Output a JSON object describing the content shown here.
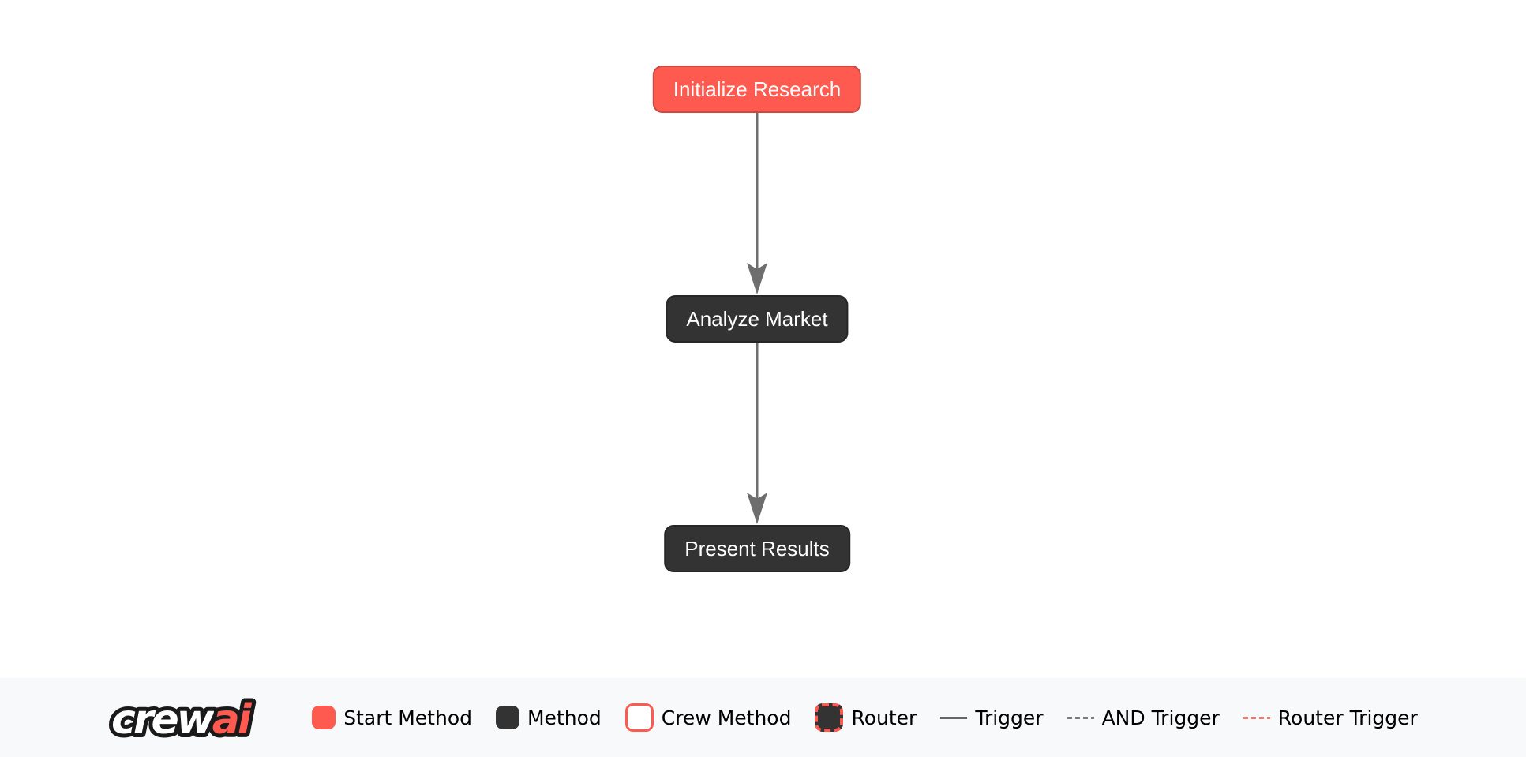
{
  "flow": {
    "nodes": [
      {
        "label": "Initialize Research",
        "type": "start-method"
      },
      {
        "label": "Analyze Market",
        "type": "method"
      },
      {
        "label": "Present Results",
        "type": "method"
      }
    ],
    "edges": [
      {
        "from": "Initialize Research",
        "to": "Analyze Market",
        "type": "trigger"
      },
      {
        "from": "Analyze Market",
        "to": "Present Results",
        "type": "trigger"
      }
    ]
  },
  "legend": {
    "logo": {
      "crew": "crew",
      "ai": "ai"
    },
    "items": [
      {
        "label": "Start Method",
        "key": "start-method-swatch"
      },
      {
        "label": "Method",
        "key": "method-swatch"
      },
      {
        "label": "Crew Method",
        "key": "crew-method-swatch"
      },
      {
        "label": "Router",
        "key": "router-swatch"
      },
      {
        "label": "Trigger",
        "key": "trigger-line"
      },
      {
        "label": "AND Trigger",
        "key": "and-trigger-line"
      },
      {
        "label": "Router Trigger",
        "key": "router-trigger-line"
      }
    ]
  },
  "colors": {
    "crewai_orange": "#FF5A50",
    "dark_gray": "#333333",
    "edge_gray": "#666666",
    "node_text": "#FFFFFF",
    "legend_text": "#000000",
    "canvas_bg": "#FFFFFF",
    "legend_bg": "#F8F9FA"
  }
}
